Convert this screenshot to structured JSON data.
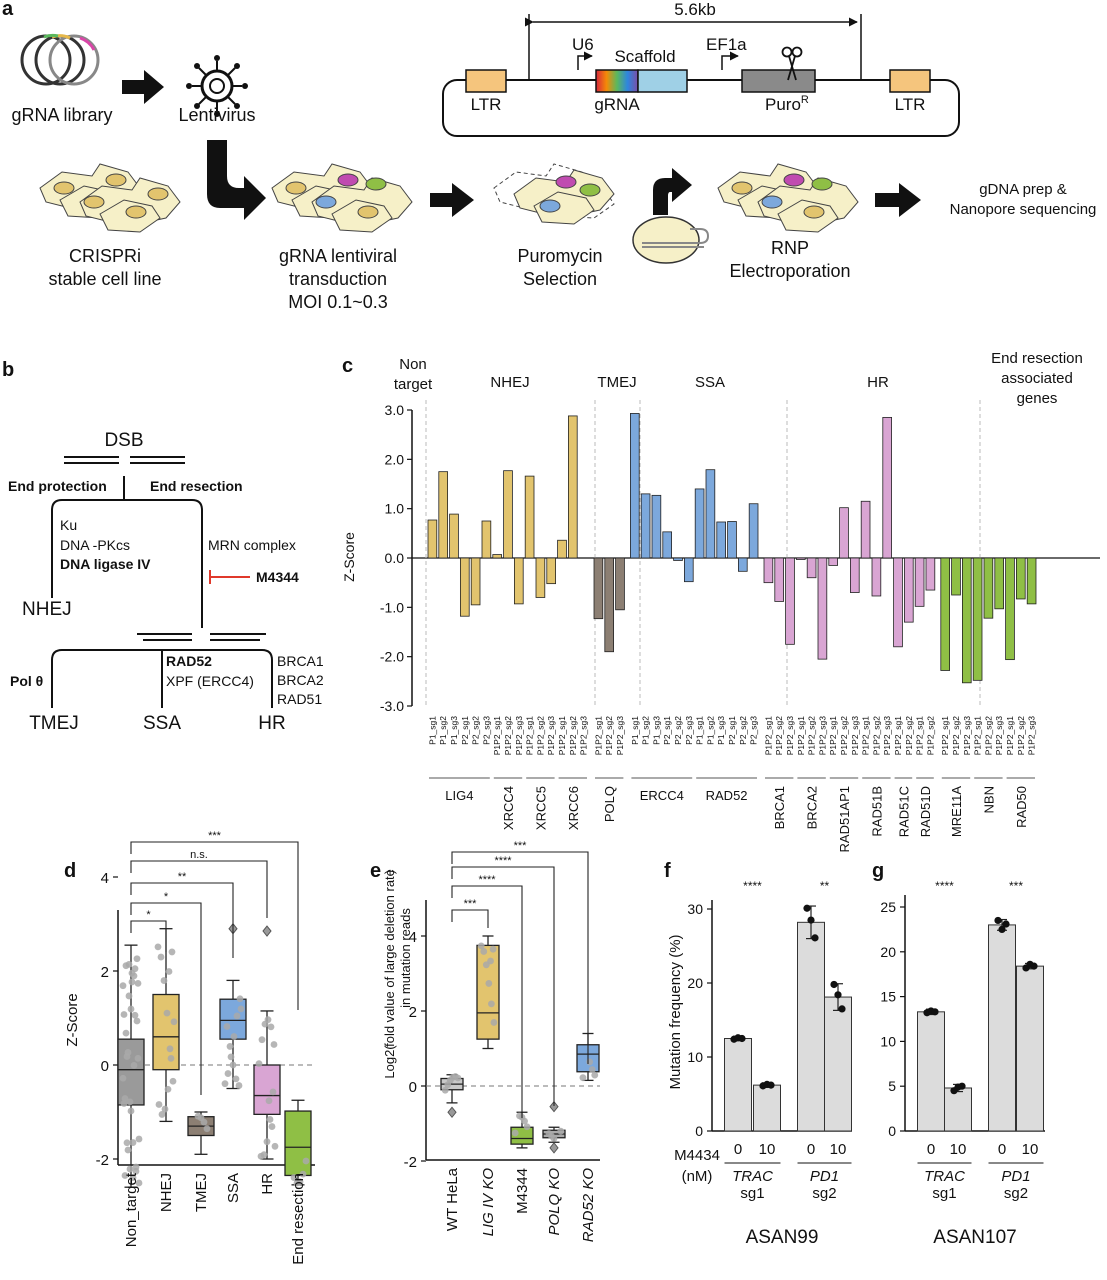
{
  "colors": {
    "nonTarget": "#9a9a9a",
    "nhej": "#e2c46e",
    "tmej": "#8c7f73",
    "ssa": "#7ca8dc",
    "hr": "#d9a5d3",
    "endres": "#8fbf45",
    "red": "#e0392b",
    "blue": "#4aa3d8",
    "barGray": "#dcdcdc",
    "ltr": "#f5c57d",
    "scaffold": "#9fd0e6",
    "puro": "#8a8a8a",
    "cell": "#f6f0c8"
  },
  "panels": {
    "a": "a",
    "b": "b",
    "c": "c",
    "d": "d",
    "e": "e",
    "f": "f",
    "g": "g"
  },
  "panel_a": {
    "size": "5.6kb",
    "ltr_left": "LTR",
    "ltr_right": "LTR",
    "u6": "U6",
    "scaffold": "Scaffold",
    "ef1a": "EF1a",
    "grna": "gRNA",
    "puro": "Puro",
    "puro_sup": "R",
    "grna_library": "gRNA library",
    "lentivirus": "Lentivirus",
    "step1": [
      "CRISPRi",
      "stable cell line"
    ],
    "step2": [
      "gRNA lentiviral",
      "transduction",
      "MOI 0.1~0.3"
    ],
    "step3": [
      "Puromycin",
      "Selection"
    ],
    "step4": [
      "RNP",
      "Electroporation"
    ],
    "step5": [
      "gDNA prep &",
      "Nanopore sequencing"
    ]
  },
  "panel_b": {
    "dsb": "DSB",
    "end_protection": "End protection",
    "end_resection": "End resection",
    "ku": "Ku",
    "dnapkcs": "DNA -PKcs",
    "ligase": "DNA ligase IV",
    "mrn": "MRN complex",
    "m4344": "M4344",
    "nhej": "NHEJ",
    "polq": "Pol θ",
    "rad52": "RAD52",
    "xpf": "XPF (ERCC4)",
    "brca1": "BRCA1",
    "brca2": "BRCA2",
    "rad51": "RAD51",
    "tmej": "TMEJ",
    "ssa": "SSA",
    "hr": "HR"
  },
  "panel_c": {
    "ylabel": "Z-Score",
    "yticks": [
      "3.0",
      "2.0",
      "1.0",
      "0.0",
      "-1.0",
      "-2.0",
      "-3.0"
    ],
    "sections": [
      {
        "label": [
          "Non",
          "target"
        ]
      },
      {
        "label": [
          "NHEJ"
        ]
      },
      {
        "label": [
          "TMEJ"
        ]
      },
      {
        "label": [
          "SSA"
        ]
      },
      {
        "label": [
          "HR"
        ]
      },
      {
        "label": [
          "End resection",
          "associated",
          "genes"
        ]
      }
    ],
    "genes": {
      "LIG4": "LIG4",
      "XRCC4": "XRCC4",
      "XRCC5": "XRCC5",
      "XRCC6": "XRCC6",
      "POLQ": "POLQ",
      "ERCC4": "ERCC4",
      "RAD52": "RAD52",
      "BRCA1": "BRCA1",
      "BRCA2": "BRCA2",
      "RAD51AP1": "RAD51AP1",
      "RAD51B": "RAD51B",
      "RAD51C": "RAD51C",
      "RAD51D": "RAD51D",
      "MRE11A": "MRE11A",
      "NBN": "NBN",
      "RAD50": "RAD50"
    },
    "sg": {
      "P1_sg1": "P1_sg1",
      "P1_sg2": "P1_sg2",
      "P1_sg3": "P1_sg3",
      "P2_sg1": "P2_sg1",
      "P2_sg2": "P2_sg2",
      "P2_sg3": "P2_sg3",
      "P1P2_sg1": "P1P2_sg1",
      "P1P2_sg2": "P1P2_sg2",
      "P1P2_sg3": "P1P2_sg3"
    }
  },
  "chart_data": [
    {
      "type": "bar",
      "panel": "c",
      "ylabel": "Z-Score",
      "ylim": [
        -3.0,
        3.0
      ],
      "groups": [
        {
          "section": "NHEJ",
          "gene": "LIG4",
          "guides": [
            "P1_sg1",
            "P1_sg2",
            "P1_sg3",
            "P2_sg1",
            "P2_sg2",
            "P2_sg3"
          ],
          "values": [
            0.77,
            1.75,
            0.89,
            -1.18,
            -0.95,
            0.75
          ]
        },
        {
          "section": "NHEJ",
          "gene": "XRCC4",
          "guides": [
            "P1P2_sg1",
            "P1P2_sg2",
            "P1P2_sg3"
          ],
          "values": [
            0.07,
            1.77,
            -0.93
          ]
        },
        {
          "section": "NHEJ",
          "gene": "XRCC5",
          "guides": [
            "P1P2_sg1",
            "P1P2_sg2",
            "P1P2_sg3"
          ],
          "values": [
            1.66,
            -0.8,
            -0.52
          ]
        },
        {
          "section": "NHEJ",
          "gene": "XRCC6",
          "guides": [
            "P1P2_sg1",
            "P1P2_sg2",
            "P1P2_sg3"
          ],
          "values": [
            0.36,
            2.88
          ]
        },
        {
          "section": "TMEJ",
          "gene": "POLQ",
          "guides": [
            "P1P2_sg1",
            "P1P2_sg2",
            "P1P2_sg3"
          ],
          "values": [
            -1.23,
            -1.9,
            -1.05
          ]
        },
        {
          "section": "SSA",
          "gene": "ERCC4",
          "guides": [
            "P1_sg1",
            "P1_sg2",
            "P1_sg3",
            "P2_sg1",
            "P2_sg2",
            "P2_sg3"
          ],
          "values": [
            2.93,
            1.3,
            1.27,
            0.53,
            -0.05,
            -0.48
          ]
        },
        {
          "section": "SSA",
          "gene": "RAD52",
          "guides": [
            "P1_sg1",
            "P1_sg2",
            "P1_sg3",
            "P2_sg1",
            "P2_sg2",
            "P2_sg3"
          ],
          "values": [
            1.4,
            1.79,
            0.73,
            0.74,
            -0.27,
            1.1
          ]
        },
        {
          "section": "HR",
          "gene": "BRCA1",
          "guides": [
            "P1P2_sg1",
            "P1P2_sg2",
            "P1P2_sg3"
          ],
          "values": [
            -0.5,
            -0.88,
            -1.75
          ]
        },
        {
          "section": "HR",
          "gene": "BRCA2",
          "guides": [
            "P1P2_sg1",
            "P1P2_sg2",
            "P1P2_sg3"
          ],
          "values": [
            -0.03,
            -0.4,
            -2.05
          ]
        },
        {
          "section": "HR",
          "gene": "RAD51AP1",
          "guides": [
            "P1P2_sg1",
            "P1P2_sg2",
            "P1P2_sg3"
          ],
          "values": [
            -0.15,
            1.02,
            -0.7
          ]
        },
        {
          "section": "HR",
          "gene": "RAD51B",
          "guides": [
            "P1P2_sg1",
            "P1P2_sg2",
            "P1P2_sg3"
          ],
          "values": [
            1.15,
            -0.77,
            2.85
          ]
        },
        {
          "section": "HR",
          "gene": "RAD51C",
          "guides": [
            "P1P2_sg1",
            "P1P2_sg2"
          ],
          "values": [
            -1.8,
            -1.3
          ]
        },
        {
          "section": "HR",
          "gene": "RAD51D",
          "guides": [
            "P1P2_sg1",
            "P1P2_sg2"
          ],
          "values": [
            -0.98,
            -0.65
          ]
        },
        {
          "section": "End resection associated genes",
          "gene": "MRE11A",
          "guides": [
            "P1P2_sg1",
            "P1P2_sg2",
            "P1P2_sg3"
          ],
          "values": [
            -2.28,
            -0.75,
            -2.53
          ]
        },
        {
          "section": "End resection associated genes",
          "gene": "NBN",
          "guides": [
            "P1P2_sg1",
            "P1P2_sg2",
            "P1P2_sg3"
          ],
          "values": [
            -2.48,
            -1.22,
            -1.03
          ]
        },
        {
          "section": "End resection associated genes",
          "gene": "RAD50",
          "guides": [
            "P1P2_sg1",
            "P1P2_sg2",
            "P1P2_sg3"
          ],
          "values": [
            -2.06,
            -0.83,
            -0.93
          ]
        }
      ]
    },
    {
      "type": "box",
      "panel": "d",
      "ylabel": "Z-Score",
      "ylim": [
        -3,
        4.5
      ],
      "yticks": [
        "4",
        "2",
        "0",
        "-2"
      ],
      "categories": [
        "Non_target",
        "NHEJ",
        "TMEJ",
        "SSA",
        "HR",
        "End resection"
      ],
      "boxes": [
        {
          "min": -2.6,
          "q1": -0.85,
          "median": -0.1,
          "q3": 0.55,
          "max": 2.55
        },
        {
          "min": -1.2,
          "q1": -0.1,
          "median": 0.6,
          "q3": 1.5,
          "max": 2.9
        },
        {
          "min": -1.9,
          "q1": -1.5,
          "median": -1.3,
          "q3": -1.1,
          "max": -1.0
        },
        {
          "min": -0.5,
          "q1": 0.55,
          "median": 0.95,
          "q3": 1.4,
          "max": 1.8,
          "outliers": [
            2.9
          ]
        },
        {
          "min": -2.0,
          "q1": -1.05,
          "median": -0.65,
          "q3": 0.0,
          "max": 1.15,
          "outliers": [
            2.85
          ]
        },
        {
          "min": -2.55,
          "q1": -2.35,
          "median": -1.75,
          "q3": -0.98,
          "max": -0.75
        }
      ],
      "significance": [
        "*",
        "*",
        "**",
        "n.s.",
        "***"
      ]
    },
    {
      "type": "box",
      "panel": "e",
      "ylabel": "Log2( fold value of large deletion rate in mutation reads )",
      "ylim": [
        -2,
        4.5
      ],
      "yticks": [
        "4",
        "2",
        "0",
        "-2"
      ],
      "categories": [
        "WT HeLa",
        "LIG IV KO",
        "M4344",
        "POLQ KO",
        "RAD52 KO"
      ],
      "boxes": [
        {
          "min": -0.45,
          "q1": -0.1,
          "median": 0.05,
          "q3": 0.2,
          "max": 0.3,
          "outliers": [
            -0.7
          ]
        },
        {
          "min": 1.0,
          "q1": 1.25,
          "median": 1.95,
          "q3": 3.75,
          "max": 4.0
        },
        {
          "min": -1.65,
          "q1": -1.55,
          "median": -1.4,
          "q3": -1.1,
          "max": -0.7
        },
        {
          "min": -1.5,
          "q1": -1.38,
          "median": -1.28,
          "q3": -1.18,
          "max": -1.1,
          "outliers": [
            -0.55,
            -1.65
          ]
        },
        {
          "min": 0.15,
          "q1": 0.38,
          "median": 0.85,
          "q3": 1.1,
          "max": 1.4
        }
      ],
      "significance": [
        "***",
        "****",
        "****",
        "***"
      ]
    },
    {
      "type": "bar",
      "panel": "f",
      "title": "ASAN99",
      "ylabel": "Mutation frequency (%)",
      "ylim": [
        0,
        32
      ],
      "yticks": [
        "30",
        "20",
        "10",
        "0"
      ],
      "xlabel_rows": [
        "M4434",
        "(nM)"
      ],
      "doses": [
        "0",
        "10",
        "0",
        "10"
      ],
      "targets": [
        "TRAC",
        "PD1"
      ],
      "guides": [
        "sg1",
        "sg2"
      ],
      "values": [
        12.5,
        6.2,
        28.2,
        18.1
      ],
      "errors": [
        0.3,
        0.3,
        2.2,
        1.8
      ],
      "points": [
        [
          12.4,
          12.6,
          12.5
        ],
        [
          6.1,
          6.3,
          6.2
        ],
        [
          30.1,
          28.5,
          26.1
        ],
        [
          19.8,
          18.4,
          16.5
        ]
      ],
      "significance": [
        "****",
        "**"
      ]
    },
    {
      "type": "bar",
      "panel": "g",
      "title": "ASAN107",
      "ylim": [
        0,
        25.5
      ],
      "yticks": [
        "25",
        "20",
        "15",
        "10",
        "5",
        "0"
      ],
      "doses": [
        "0",
        "10",
        "0",
        "10"
      ],
      "targets": [
        "TRAC",
        "PD1"
      ],
      "guides": [
        "sg1",
        "sg2"
      ],
      "values": [
        13.3,
        4.8,
        23.0,
        18.4
      ],
      "errors": [
        0.3,
        0.4,
        0.6,
        0.3
      ],
      "points": [
        [
          13.2,
          13.4,
          13.3
        ],
        [
          4.5,
          4.9,
          5.0
        ],
        [
          23.5,
          22.5,
          23.1
        ],
        [
          18.2,
          18.6,
          18.4
        ]
      ],
      "significance": [
        "****",
        "***"
      ]
    }
  ]
}
